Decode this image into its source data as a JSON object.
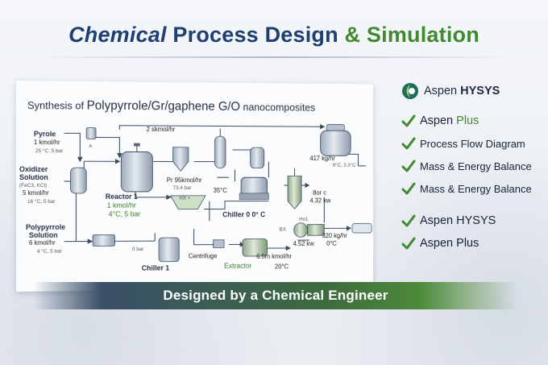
{
  "title": {
    "part1": "Chemical",
    "part2": " Process Design",
    "part3": " & Simulation"
  },
  "diagram": {
    "heading_small": "Synthesis of ",
    "heading_big": "Polypyrrole/Gr/gaphene G/O",
    "heading_tail": " nanocomposites",
    "labels": {
      "pyrole_name": "Pyrole",
      "pyrole_flow": "1 kmol/hr",
      "pyrole_cond": "25 °C, 5 bar",
      "oxidizer_name": "Oxidizer",
      "oxidizer_name2": "Solution",
      "oxidizer_comp": "(FeC3, KCl)",
      "oxidizer_flow": "5 kmol/hr",
      "oxidizer_cond": "16 °C, 5 bar",
      "poly_name": "Polypyrrole",
      "poly_name2": "Solution",
      "poly_flow": "6 kmol/hr",
      "poly_cond": "4 °C, 5 bar",
      "top_flow": "2 skmol/hr",
      "reactor_name": "Reactor 1",
      "reactor_flow": "1 kmol/hr",
      "reactor_cond": "4°C, 5 bar",
      "pr_flow": "Pr 95kmol/hr",
      "pr_small": "73.4 bar",
      "t35": "35°C",
      "chiller0": "Chiller 0 0° C",
      "flow417": "417 kg/hr",
      "cond_small": "9°C, 3.3°C",
      "t80": "8or c",
      "kw432": "4.32 kw",
      "hx_top": "HX +",
      "hx1": "Hx1",
      "zero_bar": "0 bar",
      "chiller1": "Chiller 1",
      "centrifuge": "Centrifuge",
      "extractor": "Extractor",
      "kmol65": "6.5m kmol/hr",
      "t20": "20°C",
      "kw452": "4.52 kw",
      "flow320": "320 kg/hr",
      "t0": "0°C",
      "sv": "BX",
      "small_a": "A"
    }
  },
  "sidebar": {
    "logo1": {
      "prefix": "Aspen ",
      "name": "HYSYS"
    },
    "checks_top": [
      {
        "text": "Aspen ",
        "accent": "Plus",
        "large": true
      },
      {
        "text": "Process Flow Diagram",
        "accent": "",
        "large": false
      },
      {
        "text": "Mass & Energy Balance",
        "accent": "",
        "large": false
      },
      {
        "text": "Mass & Energy Balance",
        "accent": "",
        "large": false
      }
    ],
    "checks_bottom": [
      {
        "text": "Aspen HYSYS",
        "sup": "·",
        "accent": ""
      },
      {
        "text": "Aspen Plus",
        "sup": "",
        "accent": ""
      }
    ]
  },
  "banner": {
    "text": "Designed by a Chemical Engineer"
  },
  "colors": {
    "navy": "#1e3f73",
    "green": "#3f8a2f",
    "pipe": "#3a4a5e",
    "vessel": "#c9d3de"
  },
  "icons": [
    "aspen-logo-icon",
    "check-icon"
  ]
}
